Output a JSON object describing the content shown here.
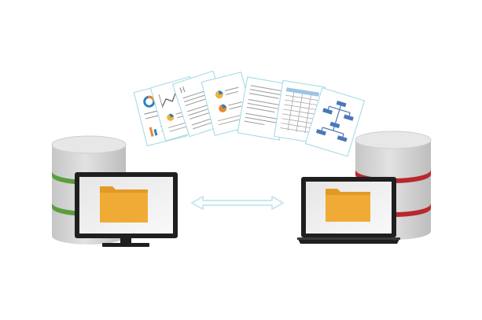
{
  "scene": {
    "left_station": {
      "database": {
        "band_color": "#5a9e3c",
        "icon": "database-icon"
      },
      "device": {
        "type": "desktop-monitor",
        "icon": "monitor-icon"
      },
      "folder": {
        "icon": "folder-icon"
      }
    },
    "right_station": {
      "database": {
        "band_color": "#b8282c",
        "icon": "database-icon"
      },
      "device": {
        "type": "laptop",
        "icon": "laptop-icon"
      },
      "folder": {
        "icon": "folder-icon"
      }
    },
    "transfer": {
      "icon": "double-arrow-icon",
      "direction": "bidirectional",
      "color": "#c8e8ee"
    },
    "documents": [
      {
        "icon": "donut-chart-document-icon"
      },
      {
        "icon": "line-chart-document-icon"
      },
      {
        "icon": "text-document-icon"
      },
      {
        "icon": "pie-chart-document-icon"
      },
      {
        "icon": "text-document-icon"
      },
      {
        "icon": "spreadsheet-document-icon"
      },
      {
        "icon": "flowchart-document-icon"
      }
    ],
    "colors": {
      "cylinder_grey": "#d8d8d8",
      "cylinder_shade": "#b4b4b4",
      "screen_frame": "#1f1f1f",
      "folder_orange": "#f0ab37",
      "paper_outline": "#9fd8e2"
    }
  }
}
